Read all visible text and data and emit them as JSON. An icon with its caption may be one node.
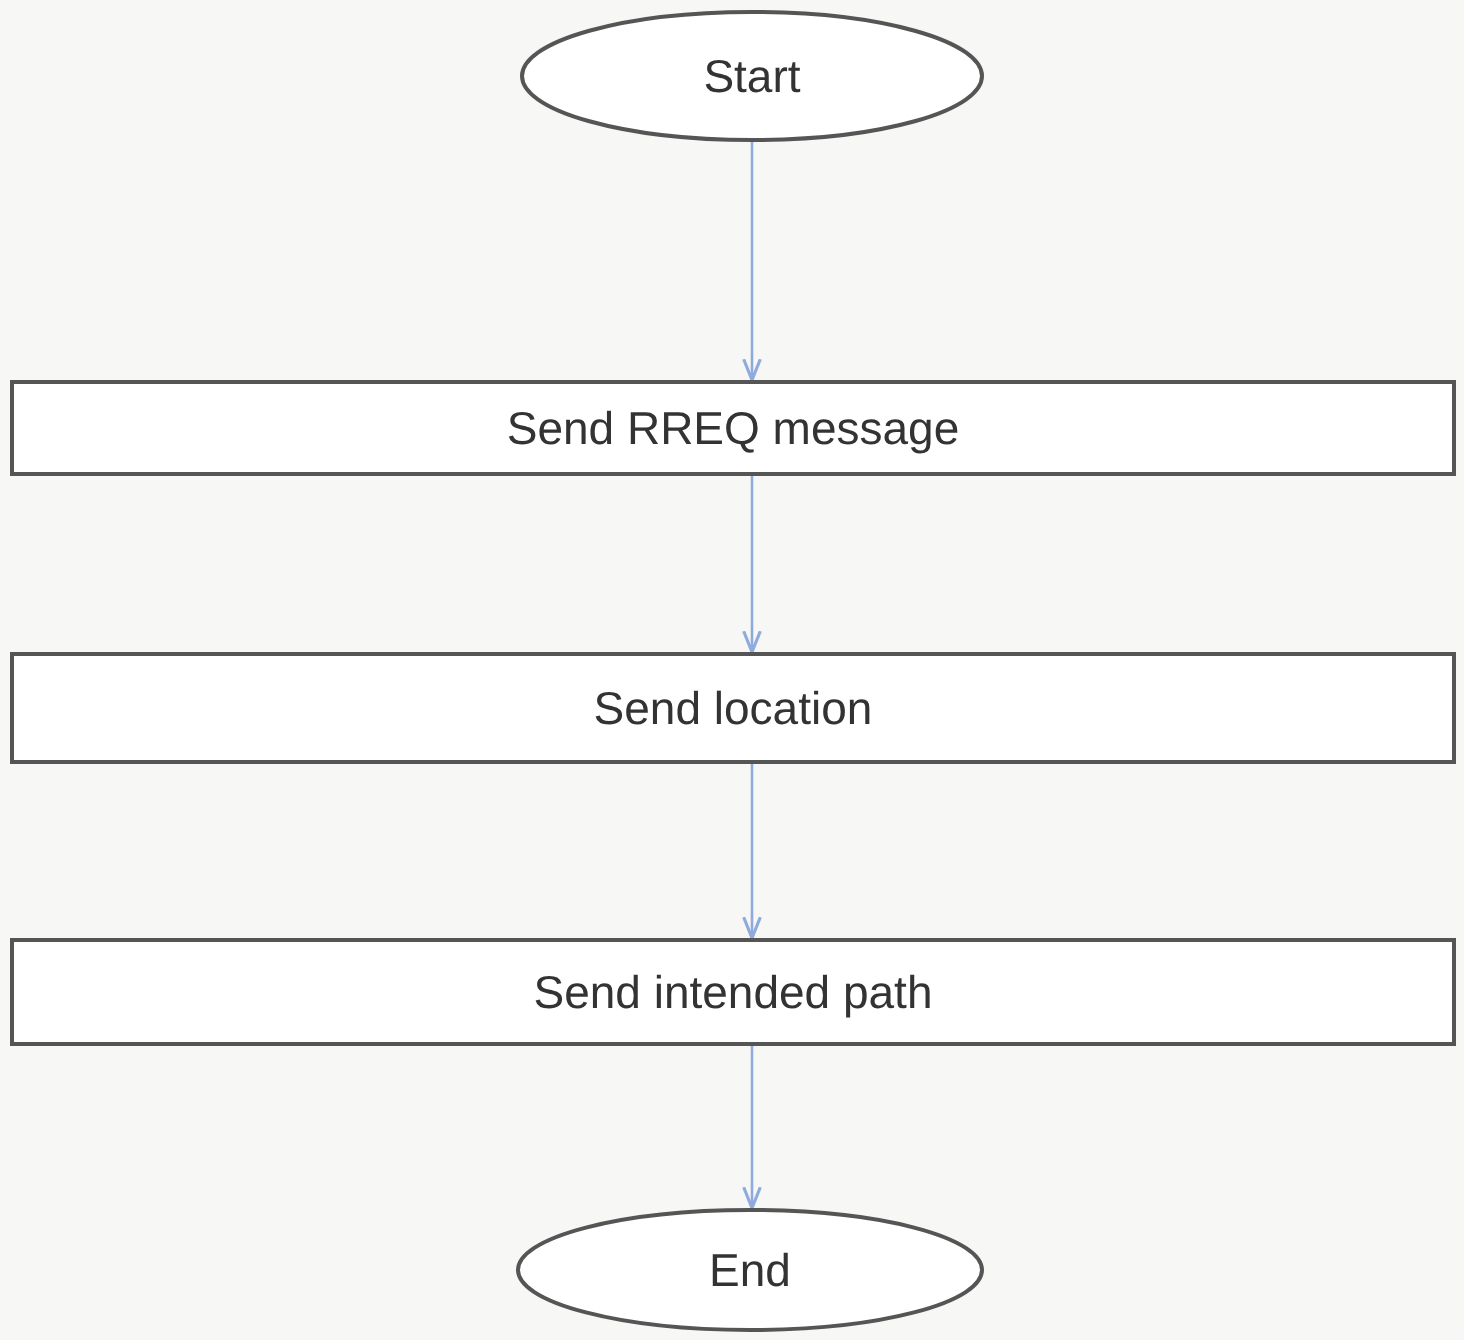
{
  "diagram": {
    "nodes": [
      {
        "text": [
          "Start"
        ]
      },
      {
        "text": [
          "Send RREQ message"
        ]
      },
      {
        "text": [
          "Send location"
        ]
      },
      {
        "text": [
          "Send intended path"
        ]
      },
      {
        "text": [
          "End"
        ]
      }
    ],
    "edges": [
      {
        "from": 0,
        "to": 1,
        "arrow": "to"
      },
      {
        "from": 1,
        "to": 2,
        "arrow": "to"
      },
      {
        "from": 2,
        "to": 3,
        "arrow": "to"
      },
      {
        "from": 3,
        "to": 4,
        "arrow": "to"
      }
    ]
  }
}
